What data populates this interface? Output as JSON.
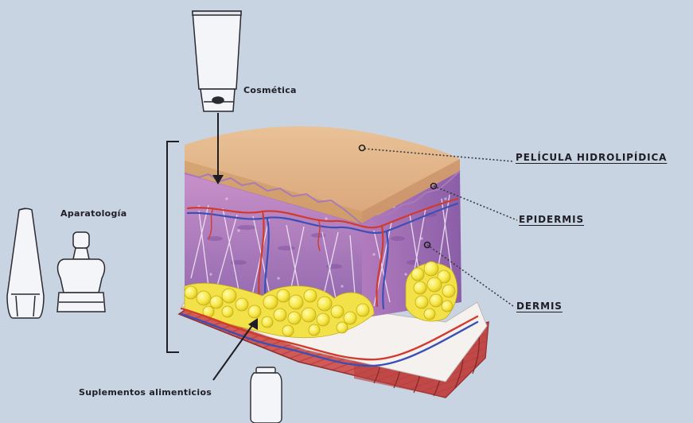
{
  "labels": {
    "cosmetica": "Cosmética",
    "aparatologia": "Aparatología",
    "suplementos": "Suplementos alimenticios",
    "pelicula": "PELÍCULA HIDROLIPÍDICA",
    "epidermis": "EPIDERMIS",
    "dermis": "DERMIS"
  },
  "colors": {
    "background": "#c9d4e3",
    "surface_film": "#e2b488",
    "epidermis": "#b77fc0",
    "dermis": "#9d72b4",
    "fat": "#f6e84d",
    "muscle": "#d25a58",
    "artery": "#d23a2c",
    "vein": "#3b4fb5",
    "leader_lines": "#3a3a44"
  },
  "icons": [
    "tube-icon",
    "device-probe-icon",
    "device-handpiece-icon",
    "jar-icon"
  ]
}
